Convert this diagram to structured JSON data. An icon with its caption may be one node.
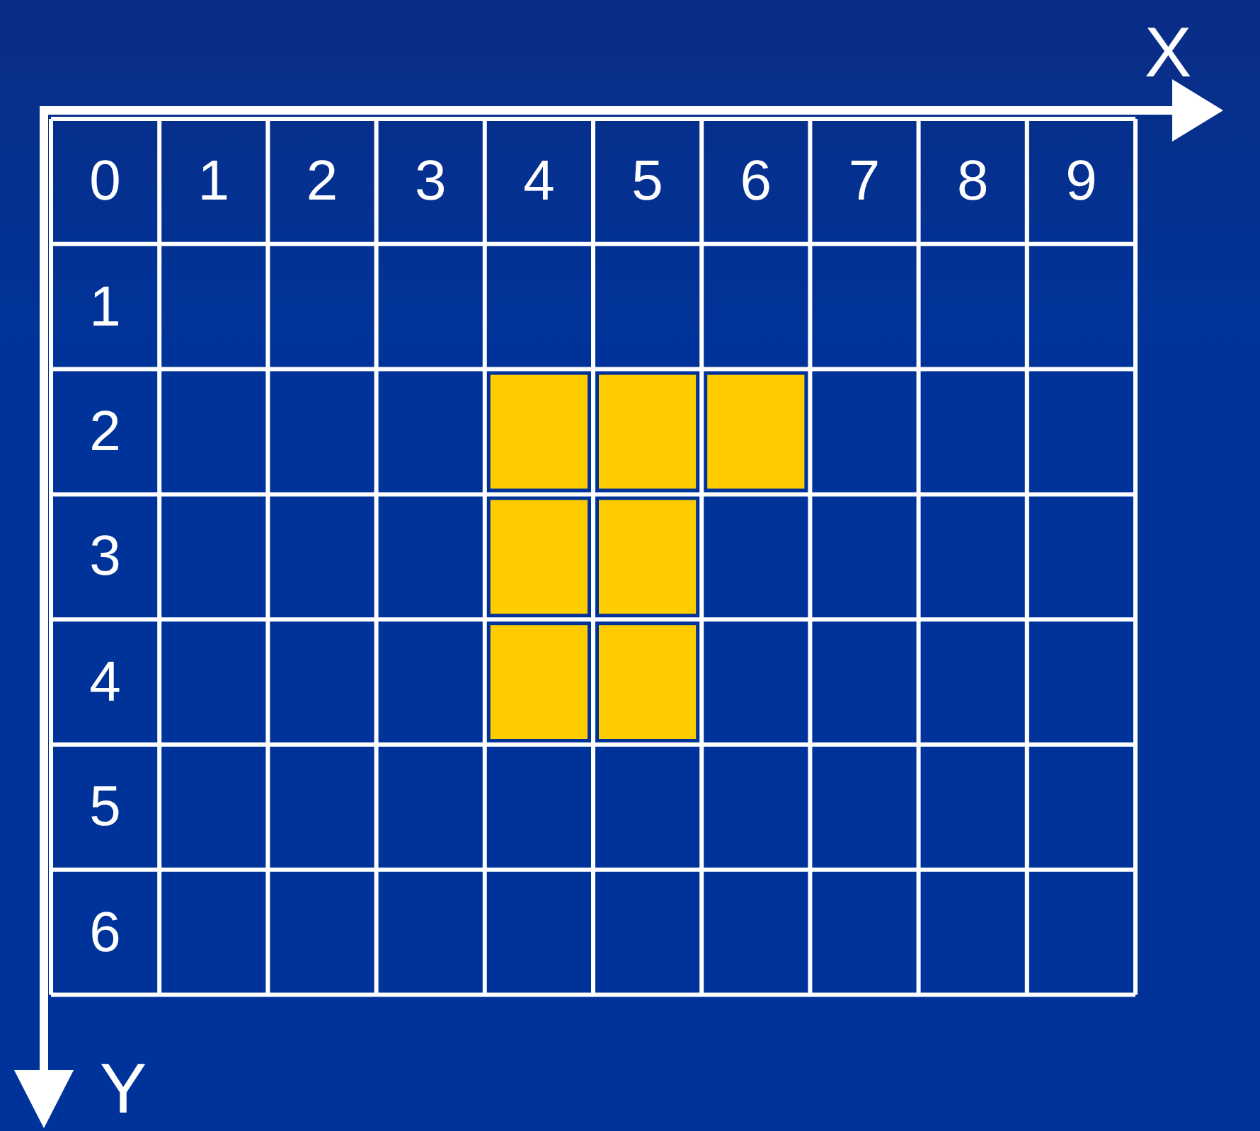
{
  "diagram": {
    "labels": [
      "X",
      "0",
      "1",
      "2",
      "3",
      "4",
      "5",
      "6",
      "7",
      "8",
      "9",
      "1",
      "2",
      "3",
      "4",
      "5",
      "6",
      "Y"
    ]
  }
}
